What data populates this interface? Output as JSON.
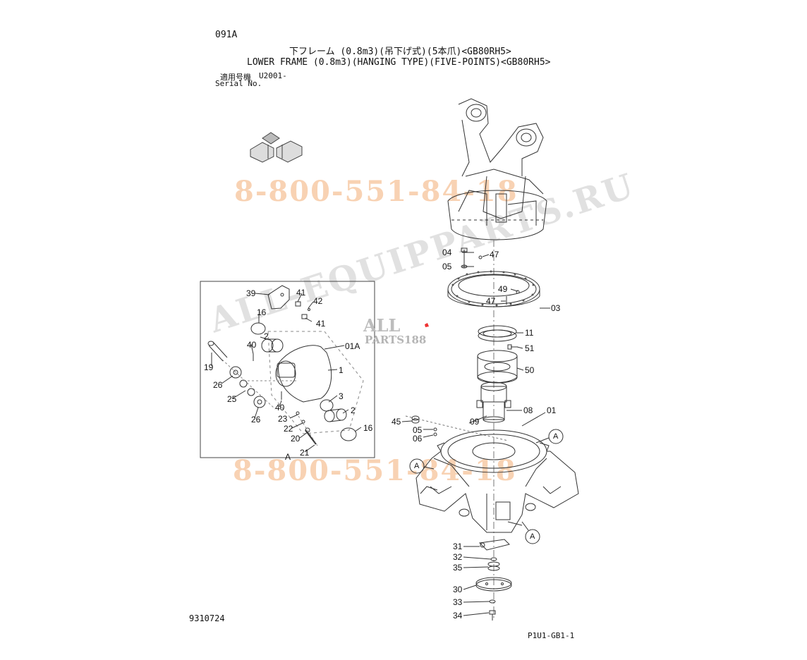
{
  "header": {
    "code": "091A",
    "title_jp": "下フレーム (0.8m3)(吊下げ式)(5本爪)<GB80RH5>",
    "title_en": "LOWER FRAME (0.8m3)(HANGING TYPE)(FIVE-POINTS)<GB80RH5>",
    "serial_jp": "適用号機",
    "serial_value": "U2001-",
    "serial_en": "Serial No."
  },
  "footer": {
    "left_code": "9310724",
    "right_code": "P1U1-GB1-1"
  },
  "watermarks": {
    "phone_top": "8-800-551-84-18",
    "phone_bottom": "8-800-551-84-18",
    "site": "ALL-EQUIPPARTS.RU",
    "logo_top": "ALL",
    "logo_bottom": "PARTS188"
  },
  "inset": {
    "view_label": "A"
  },
  "callouts": {
    "c04": "04",
    "c05a": "05",
    "c47a": "47",
    "c49": "49",
    "c47b": "47",
    "c03": "03",
    "c11": "11",
    "c51": "51",
    "c50": "50",
    "c08": "08",
    "c01": "01",
    "c09": "09",
    "c45": "45",
    "c05b": "05",
    "c06": "06",
    "cA1": "A",
    "cA2": "A",
    "cA3": "A",
    "c31": "31",
    "c32": "32",
    "c35": "35",
    "c30": "30",
    "c33": "33",
    "c34": "34",
    "i39": "39",
    "i41a": "41",
    "i42": "42",
    "i41b": "41",
    "i16a": "16",
    "i2a": "2",
    "i40a": "40",
    "i01A": "01A",
    "i1": "1",
    "i19": "19",
    "i26a": "26",
    "i25": "25",
    "i26b": "26",
    "i40b": "40",
    "i3": "3",
    "i2b": "2",
    "i23": "23",
    "i22": "22",
    "i20": "20",
    "i16b": "16",
    "i21": "21"
  }
}
